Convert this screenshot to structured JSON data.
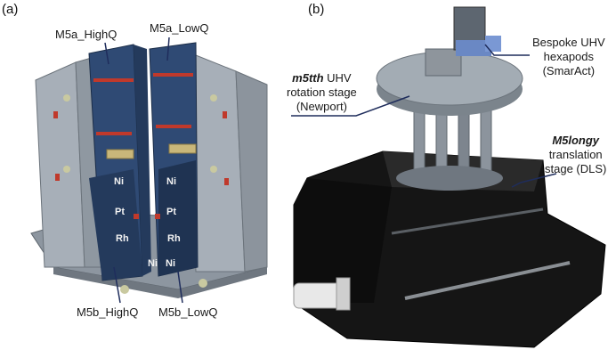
{
  "panel_a": {
    "label": "(a)",
    "callouts": {
      "m5a_high": "M5a_HighQ",
      "m5a_low": "M5a_LowQ",
      "m5b_high": "M5b_HighQ",
      "m5b_low": "M5b_LowQ"
    },
    "metals": {
      "ni_1": "Ni",
      "ni_2": "Ni",
      "pt_1": "Pt",
      "pt_2": "Pt",
      "rh_1": "Rh",
      "rh_2": "Rh",
      "ni_3": "Ni",
      "ni_4": "Ni"
    }
  },
  "panel_b": {
    "label": "(b)",
    "callouts": {
      "hexapods_l1": "Bespoke UHV",
      "hexapods_l2": "hexapods",
      "hexapods_l3": "(SmarAct)",
      "rotation_name": "m5tth",
      "rotation_l1_rest": " UHV",
      "rotation_l2": "rotation stage",
      "rotation_l3": "(Newport)",
      "translation_name": "M5longy",
      "translation_l2": "translation",
      "translation_l3": "stage (DLS)"
    }
  },
  "colors": {
    "callout_line": "#1f2d5c",
    "frame_grey": "#9aa2ab",
    "mirror_blue": "#2f4a74",
    "accent_red": "#c0392b",
    "base_black": "#151515"
  }
}
